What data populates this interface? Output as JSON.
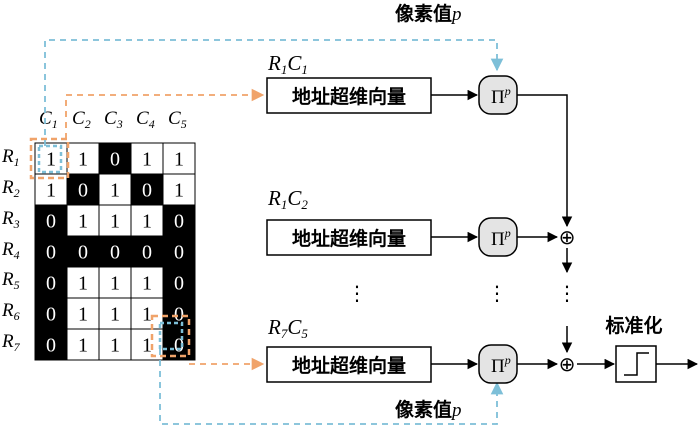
{
  "pixel_value_label_top": "像素值",
  "pixel_value_label_bottom": "像素值",
  "pixel_symbol": "p",
  "row_prefix": "R",
  "col_prefix": "C",
  "row_labels": [
    "1",
    "2",
    "3",
    "4",
    "5",
    "6",
    "7"
  ],
  "col_labels": [
    "1",
    "2",
    "3",
    "4",
    "5"
  ],
  "matrix": [
    [
      1,
      1,
      0,
      1,
      1
    ],
    [
      1,
      0,
      1,
      0,
      1
    ],
    [
      0,
      1,
      1,
      1,
      0
    ],
    [
      0,
      0,
      0,
      0,
      0
    ],
    [
      0,
      1,
      1,
      1,
      0
    ],
    [
      0,
      1,
      1,
      1,
      0
    ],
    [
      0,
      1,
      1,
      1,
      0
    ]
  ],
  "branches": [
    {
      "row": "1",
      "col": "1",
      "box_label": "地址超维向量"
    },
    {
      "row": "1",
      "col": "2",
      "box_label": "地址超维向量"
    },
    {
      "row": "7",
      "col": "5",
      "box_label": "地址超维向量"
    }
  ],
  "ellipsis": "⋮",
  "pi_symbol": "Π",
  "oplus_symbol": "⊕",
  "normalize_label": "标准化",
  "colors": {
    "orange_dashed": "#f0a36a",
    "blue_dashed": "#7dbfd8",
    "cell_black": "#000000",
    "cell_white": "#ffffff",
    "pi_fill": "#e4e4e4"
  }
}
